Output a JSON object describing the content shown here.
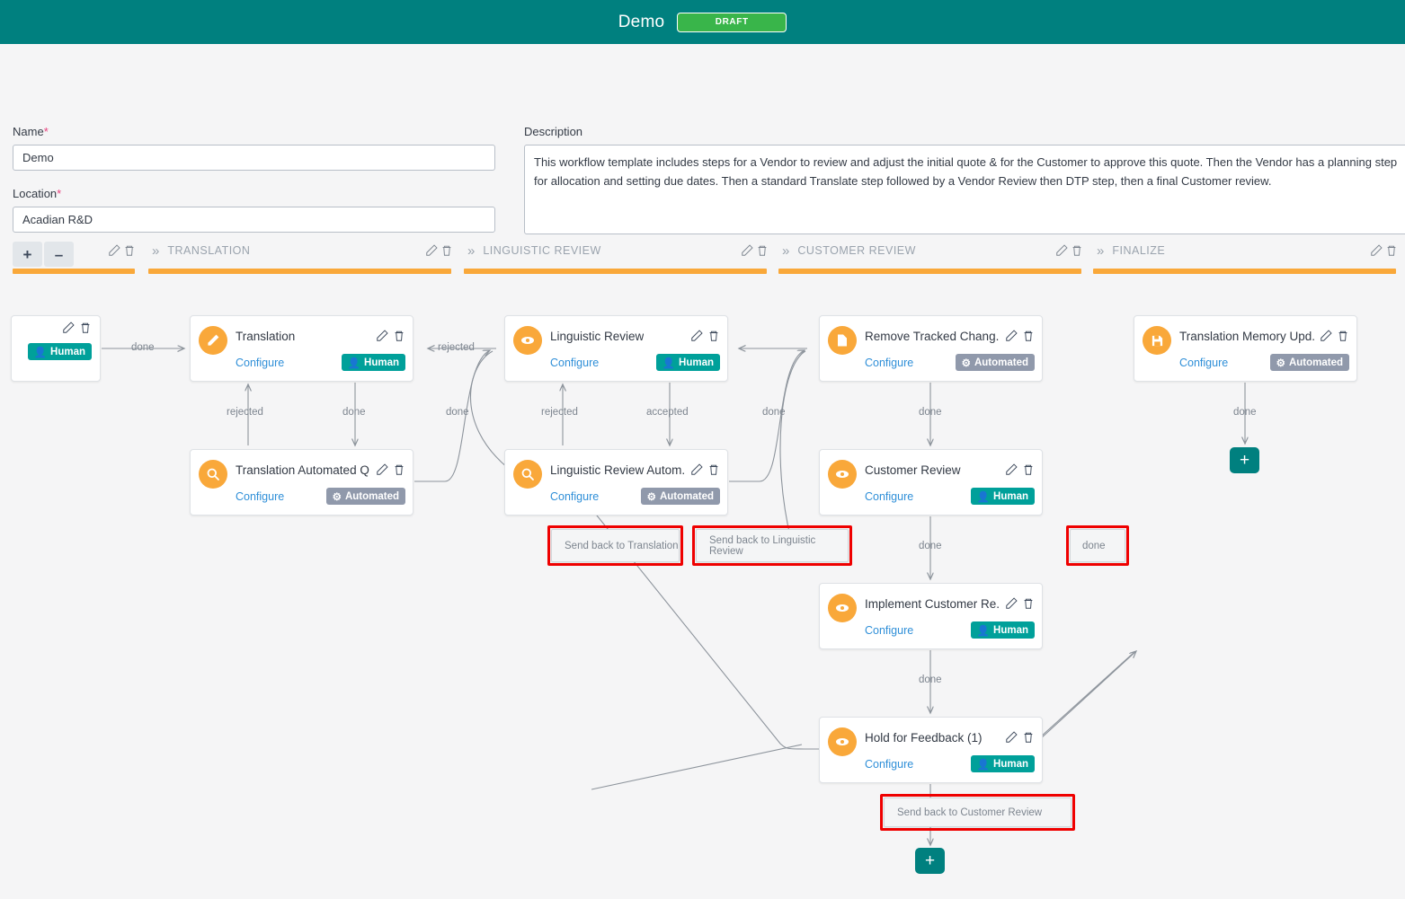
{
  "header": {
    "title": "Demo",
    "status_badge": "DRAFT",
    "bg_color": "#00807f",
    "badge_color": "#39b54a"
  },
  "form": {
    "name_label": "Name",
    "name_value": "Demo",
    "location_label": "Location",
    "location_value": "Acadian R&D",
    "description_label": "Description",
    "description_value": "This workflow template includes steps for a Vendor to review and adjust the initial quote & for the Customer to approve this quote. Then the Vendor has a planning step for allocation and setting due dates. Then a standard Translate step followed by a Vendor Review then DTP step, then a final Customer review.",
    "required_marker": "*",
    "zoom_in_label": "+",
    "zoom_out_label": "–"
  },
  "phases": [
    {
      "name": "",
      "chevron": "»"
    },
    {
      "name": "TRANSLATION",
      "chevron": "»"
    },
    {
      "name": "LINGUISTIC REVIEW",
      "chevron": "»"
    },
    {
      "name": "CUSTOMER REVIEW",
      "chevron": "»"
    },
    {
      "name": "FINALIZE",
      "chevron": "»"
    }
  ],
  "phase_accent_color": "#f9a83a",
  "nodes": [
    {
      "id": "start",
      "title": "",
      "icon": "",
      "configure": "",
      "badge": "Human",
      "badge_type": "human"
    },
    {
      "id": "translation",
      "title": "Translation",
      "icon": "pencil-icon",
      "configure": "Configure",
      "badge": "Human",
      "badge_type": "human"
    },
    {
      "id": "translation-qa",
      "title": "Translation Automated Q...",
      "icon": "magnifier-icon",
      "configure": "Configure",
      "badge": "Automated",
      "badge_type": "automated"
    },
    {
      "id": "linguistic-review",
      "title": "Linguistic Review",
      "icon": "eye-icon",
      "configure": "Configure",
      "badge": "Human",
      "badge_type": "human"
    },
    {
      "id": "linguistic-review-qa",
      "title": "Linguistic Review Autom...",
      "icon": "magnifier-icon",
      "configure": "Configure",
      "badge": "Automated",
      "badge_type": "automated"
    },
    {
      "id": "remove-tracked-changes",
      "title": "Remove Tracked Chang...",
      "icon": "document-icon",
      "configure": "Configure",
      "badge": "Automated",
      "badge_type": "automated"
    },
    {
      "id": "customer-review",
      "title": "Customer Review",
      "icon": "eye-icon",
      "configure": "Configure",
      "badge": "Human",
      "badge_type": "human"
    },
    {
      "id": "implement-customer-review",
      "title": "Implement Customer Re...",
      "icon": "eye-icon",
      "configure": "Configure",
      "badge": "Human",
      "badge_type": "human"
    },
    {
      "id": "hold-for-feedback",
      "title": "Hold for Feedback (1)",
      "icon": "eye-icon",
      "configure": "Configure",
      "badge": "Human",
      "badge_type": "human"
    },
    {
      "id": "translation-memory-update",
      "title": "Translation Memory Upd...",
      "icon": "save-icon",
      "configure": "Configure",
      "badge": "Automated",
      "badge_type": "automated"
    }
  ],
  "edge_labels": {
    "start_done": "done",
    "translation_done": "done",
    "qa_rejected": "rejected",
    "lr_rejected_left": "rejected",
    "lr_done_left": "done",
    "lr_rejected_up": "rejected",
    "lr_accepted": "accepted",
    "lrqa_done_right": "done",
    "rtc_done": "done",
    "cr_done": "done",
    "icr_done": "done",
    "hff_done": "done",
    "tmu_done": "done"
  },
  "sendback_boxes": [
    {
      "label": "Send back to Translation",
      "highlighted": true
    },
    {
      "label": "Send back to Linguistic Review",
      "highlighted": true
    },
    {
      "label": "done",
      "highlighted": true
    },
    {
      "label": "Send back to Customer Review",
      "highlighted": true
    }
  ],
  "add_buttons": [
    {
      "label": "+"
    },
    {
      "label": "+"
    }
  ],
  "colors": {
    "accent_orange": "#f9a83a",
    "teal": "#00807f",
    "human_teal": "#00a09a",
    "automated_gray": "#9099ab",
    "link_blue": "#2f8fd8",
    "highlight_red": "#ef0000",
    "required_pink": "#e8447f"
  }
}
